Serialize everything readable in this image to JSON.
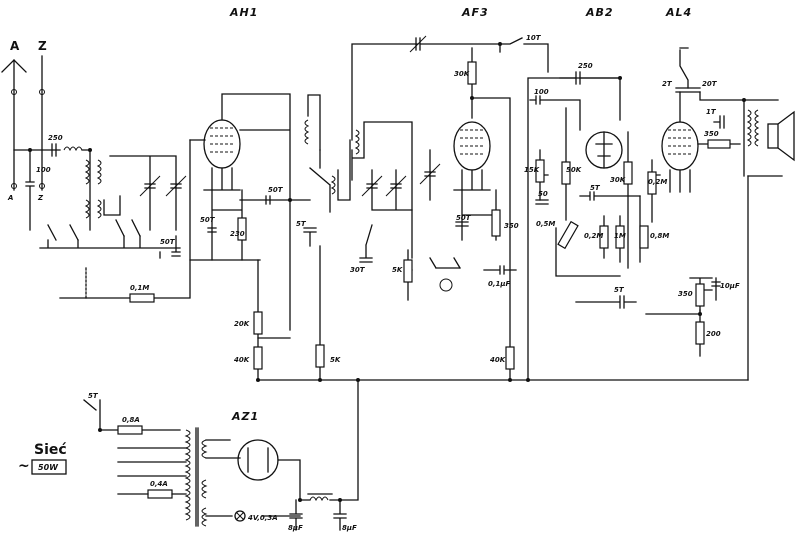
{
  "tubes": {
    "t1": "AH1",
    "t2": "AF3",
    "t3": "AB2",
    "t4": "AL4",
    "rect": "AZ1"
  },
  "antenna": {
    "a": "A",
    "z": "Z"
  },
  "mains": {
    "title": "Sieć",
    "tilde": "~",
    "power": "50W"
  },
  "labels": {
    "c250a": "250",
    "c100a": "100",
    "c50t_a": "50T",
    "r01m": "0,1M",
    "c50t_b": "50T",
    "c50t_c": "50T",
    "r230": "230",
    "c5t_a": "5T",
    "r20k": "20K",
    "r40k_a": "40K",
    "r5k_a": "5K",
    "c10t": "10T",
    "r30k": "30K",
    "c50t_d": "50T",
    "r350_a": "350",
    "c30t": "30T",
    "r5k_b": "5K",
    "c01uf": "0,1µF",
    "r40k_b": "40K",
    "c250b": "250",
    "c100b": "100",
    "r15k": "15K",
    "c50": "50",
    "r50k": "50K",
    "r30k_b": "30K",
    "c5t_b": "5T",
    "r05m": "0,5M",
    "r02m": "0,2M",
    "r1m": "1M",
    "r08m": "0,8M",
    "c5t_c": "5T",
    "c2t": "2T",
    "c20t": "20T",
    "c1t": "1T",
    "r350_b": "350",
    "r02m_b": "0,2M",
    "r350_c": "350",
    "c10uf": "10µF",
    "r200": "200",
    "c5t_d": "5T",
    "fuse08": "0,8A",
    "fuse04": "0,4A",
    "lamp": "4V,0,3A",
    "c8uf_a": "8µF",
    "c8uf_b": "8µF"
  }
}
